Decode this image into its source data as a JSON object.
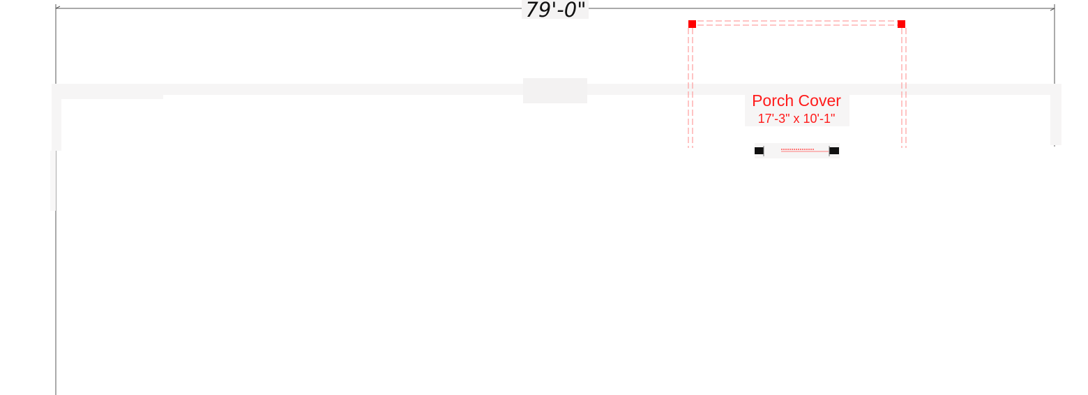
{
  "dimension": {
    "overall_width": "79'-0\""
  },
  "porch": {
    "title": "Porch Cover",
    "size": "17'-3\" x 10'-1\""
  },
  "colors": {
    "dimension_line": "#555555",
    "wall": "#f6f5f5",
    "porch_outline": "#ff8a8a",
    "corner_marker": "#ff0000",
    "label_text": "#ff1a1a",
    "door_jamb": "#111111"
  },
  "icons": {
    "door": "door-icon",
    "corner": "corner-marker-icon"
  }
}
